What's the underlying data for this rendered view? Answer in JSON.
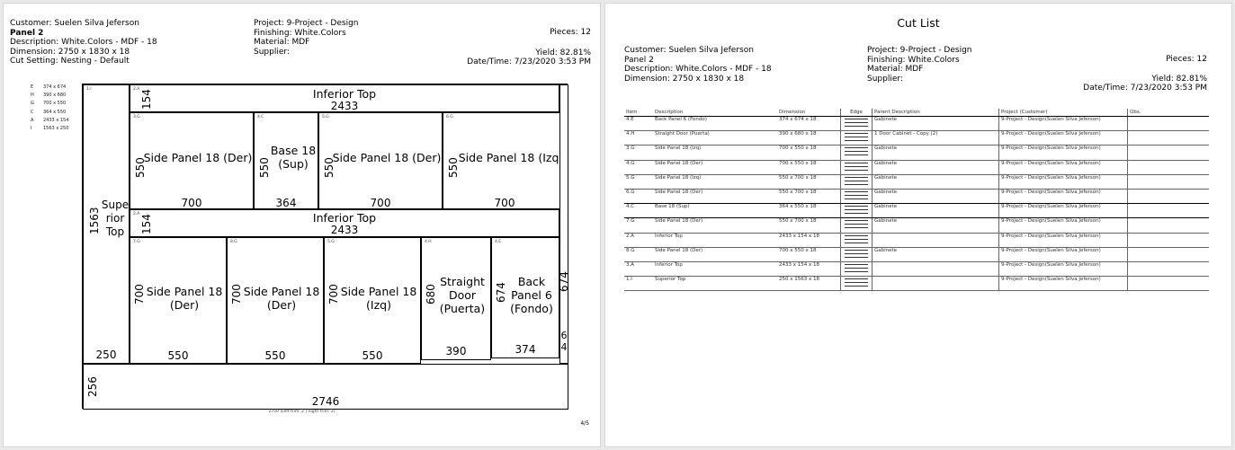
{
  "page1": {
    "customer": "Customer: Suelen Silva Jeferson",
    "panel": "Panel 2",
    "description": "Description: White.Colors - MDF - 18",
    "dimension": "Dimension: 2750 x 1830 x 18",
    "cut_setting": "Cut Setting: Nesting - Default",
    "project": "Project: 9-Project - Design",
    "finishing": "Finishing: White.Colors",
    "material": "Material: MDF",
    "supplier": "Supplier:",
    "pieces": "Pieces: 12",
    "yield": "Yield: 82.81%",
    "datetime": "Date/Time: 7/23/2020 3:53 PM",
    "legend": [
      {
        "k": "E",
        "v": "374 x 674"
      },
      {
        "k": "H",
        "v": "390 x 680"
      },
      {
        "k": "G",
        "v": "700 x 550"
      },
      {
        "k": "C",
        "v": "364 x 550"
      },
      {
        "k": "A",
        "v": "2433 x 154"
      },
      {
        "k": "I",
        "v": "1563 x 250"
      }
    ],
    "pieces_drawn": {
      "superior": {
        "id": "1.I",
        "name": "Supe rior Top",
        "w": "250",
        "h": "1563"
      },
      "inf1": {
        "id": "2.A",
        "name": "Inferior Top",
        "w": "2433",
        "h": "154"
      },
      "sp1": {
        "id": "3.G",
        "name": "Side Panel 18 (Der)",
        "w": "700",
        "h": "550"
      },
      "base": {
        "id": "4.C",
        "name": "Base 18 (Sup)",
        "w": "364",
        "h": "550"
      },
      "sp2": {
        "id": "5.G",
        "name": "Side Panel 18 (Der)",
        "w": "700",
        "h": "550"
      },
      "sp3": {
        "id": "6.G",
        "name": "Side Panel 18 (Izq)",
        "w": "700",
        "h": "550"
      },
      "inf2": {
        "id": "2.A",
        "name": "Inferior Top",
        "w": "2433",
        "h": "154"
      },
      "sp4": {
        "id": "7.G",
        "name": "Side Panel 18 (Der)",
        "w": "550",
        "h": "700"
      },
      "sp5": {
        "id": "8.G",
        "name": "Side Panel 18 (Der)",
        "w": "550",
        "h": "700"
      },
      "sp6": {
        "id": "5.G",
        "name": "Side Panel 18 (Izq)",
        "w": "550",
        "h": "700"
      },
      "door": {
        "id": "4.H",
        "name": "Straight Door (Puerta)",
        "w": "390",
        "h": "680"
      },
      "back": {
        "id": "4.E",
        "name": "Back Panel 6 (Fondo)",
        "w": "374",
        "h": "674"
      },
      "waste_right": {
        "w": "6 4",
        "h": "674"
      },
      "bottom": {
        "w": "2746",
        "h": "256"
      }
    },
    "footer_note": "2750 (Left trim: 2 | Right trim: 2)",
    "page_num": "4/5"
  },
  "page2": {
    "title": "Cut List",
    "customer": "Customer: Suelen Silva Jeferson",
    "panel": "Panel 2",
    "description": "Description: White.Colors - MDF - 18",
    "dimension": "Dimension: 2750 x 1830 x 18",
    "project": "Project: 9-Project - Design",
    "finishing": "Finishing: White.Colors",
    "material": "Material: MDF",
    "supplier": "Supplier:",
    "pieces": "Pieces: 12",
    "yield": "Yield: 82.81%",
    "datetime": "Date/Time: 7/23/2020 3:53 PM",
    "columns": [
      "Item",
      "Description",
      "Dimension",
      "Edge",
      "Parent Description",
      "Project (Customer)",
      "Obs."
    ],
    "rows": [
      [
        "4.E",
        "Back Panel 6 (Fondo)",
        "374 x 674 x 18",
        "Gabinete",
        "9-Project - Design(Suelen Silva Jeferson)"
      ],
      [
        "4.H",
        "Straight Door (Puerta)",
        "390 x 680 x 18",
        "1 Door Cabinet - Copy (2)",
        "9-Project - Design(Suelen Silva Jeferson)"
      ],
      [
        "3.G",
        "Side Panel 18 (Izq)",
        "700 x 550 x 18",
        "Gabinete",
        "9-Project - Design(Suelen Silva Jeferson)"
      ],
      [
        "4.G",
        "Side Panel 18 (Der)",
        "700 x 550 x 18",
        "Gabinete",
        "9-Project - Design(Suelen Silva Jeferson)"
      ],
      [
        "5.G",
        "Side Panel 18 (Izq)",
        "550 x 700 x 18",
        "Gabinete",
        "9-Project - Design(Suelen Silva Jeferson)"
      ],
      [
        "6.G",
        "Side Panel 18 (Der)",
        "550 x 700 x 18",
        "Gabinete",
        "9-Project - Design(Suelen Silva Jeferson)"
      ],
      [
        "4.C",
        "Base 18 (Sup)",
        "364 x 550 x 18",
        "Gabinete",
        "9-Project - Design(Suelen Silva Jeferson)"
      ],
      [
        "7.G",
        "Side Panel 18 (Der)",
        "550 x 700 x 18",
        "Gabinete",
        "9-Project - Design(Suelen Silva Jeferson)"
      ],
      [
        "2.A",
        "Inferior Top",
        "2433 x 154 x 18",
        "",
        "9-Project - Design(Suelen Silva Jeferson)"
      ],
      [
        "8.G",
        "Side Panel 18 (Der)",
        "700 x 550 x 18",
        "Gabinete",
        "9-Project - Design(Suelen Silva Jeferson)"
      ],
      [
        "3.A",
        "Inferior Top",
        "2433 x 154 x 18",
        "",
        "9-Project - Design(Suelen Silva Jeferson)"
      ],
      [
        "1.I",
        "Superior Top",
        "250 x 1563 x 18",
        "",
        "9-Project - Design(Suelen Silva Jeferson)"
      ]
    ]
  }
}
